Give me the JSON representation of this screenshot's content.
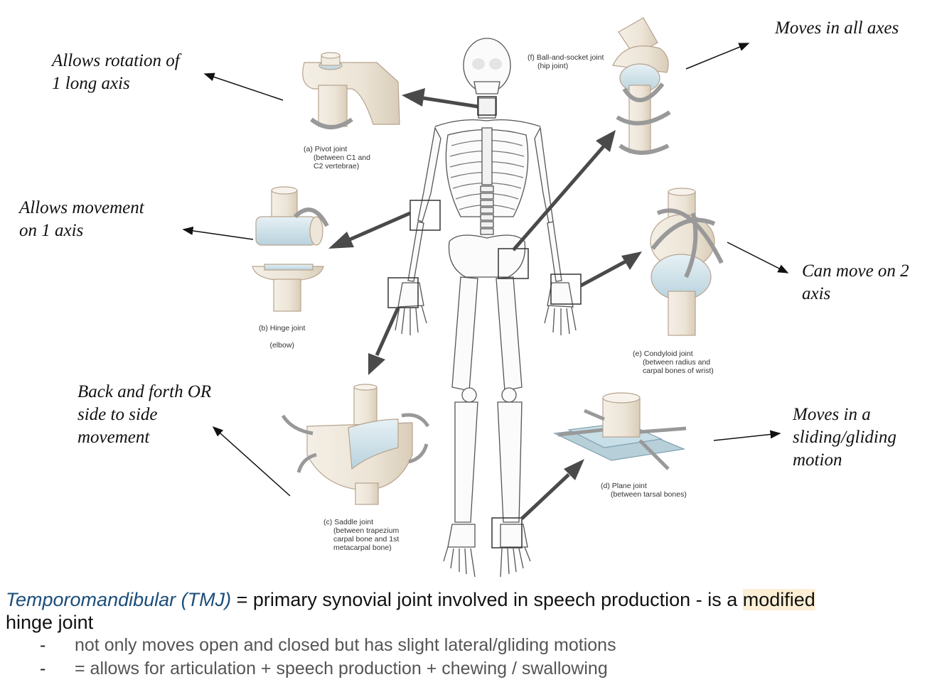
{
  "annotations": {
    "pivot": "Allows rotation of\n1 long axis",
    "hinge": "Allows movement\non 1 axis",
    "saddle": "Back and forth OR\nside to side\nmovement",
    "ball_socket": "Moves in all axes",
    "condyloid": "Can move on 2\naxis",
    "plane": "Moves in a\nsliding/gliding\nmotion"
  },
  "captions": {
    "pivot": {
      "title": "(a) Pivot joint",
      "detail": "(between C1 and\nC2 vertebrae)"
    },
    "hinge": {
      "title": "(b) Hinge joint",
      "detail": "(elbow)"
    },
    "saddle": {
      "title": "(c) Saddle joint",
      "detail": "(between trapezium\ncarpal bone and 1st\nmetacarpal bone)"
    },
    "plane": {
      "title": "(d) Plane joint",
      "detail": "(between tarsal bones)"
    },
    "condyloid": {
      "title": "(e) Condyloid joint",
      "detail": "(between radius and\ncarpal bones of wrist)"
    },
    "ball_socket": {
      "title": "(f) Ball-and-socket joint",
      "detail": "(hip joint)"
    }
  },
  "summary": {
    "term": "Temporomandibular (TMJ)",
    "definition": " = primary synovial joint involved in speech production - is a ",
    "highlight": "modified",
    "continuation": "hinge joint",
    "bullets": [
      {
        "marker": "-",
        "text": "not only moves open and closed but has slight lateral/gliding motions"
      },
      {
        "marker": "-",
        "text": "= allows for articulation + speech production + chewing / swallowing"
      }
    ]
  },
  "colors": {
    "term_blue": "#1c4d79",
    "highlight": "#fdefd5",
    "bone": "#eae2d4",
    "cartilage": "#c9dfe8",
    "motion_arrow": "#9a9a9a",
    "pointer_arrow": "#4a4a4a"
  }
}
